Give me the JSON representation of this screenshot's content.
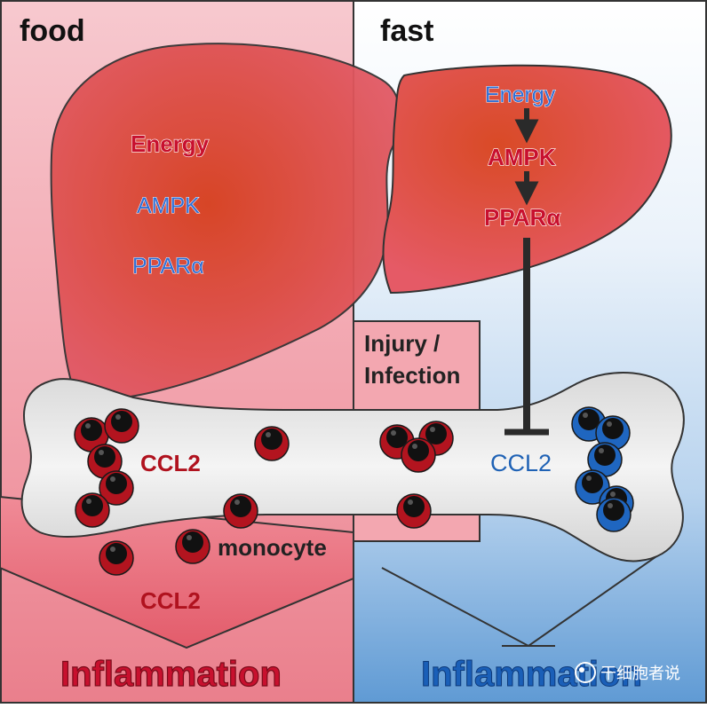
{
  "headers": {
    "left": "food",
    "right": "fast"
  },
  "left_liver": {
    "line1": "Energy",
    "line2": "AMPK",
    "line3": "PPARα"
  },
  "right_liver": {
    "line1": "Energy",
    "line2": "AMPK",
    "line3": "PPARα"
  },
  "injury": {
    "line1": "Injury /",
    "line2": "Infection"
  },
  "bone": {
    "left_ccl2": "CCL2",
    "right_ccl2": "CCL2"
  },
  "cells": {
    "monocyte_label": "monocyte"
  },
  "blood": {
    "ccl2": "CCL2"
  },
  "outcome": {
    "left": "Inflammation",
    "right": "Inflammation"
  },
  "watermark": {
    "text": "干细胞者说"
  },
  "colors": {
    "red_label": "#c8102e",
    "blue_label": "#2f6fd6",
    "monocyte_red": "#b3141f",
    "monocyte_blue": "#1f66c0",
    "monocyte_core": "#111111"
  }
}
